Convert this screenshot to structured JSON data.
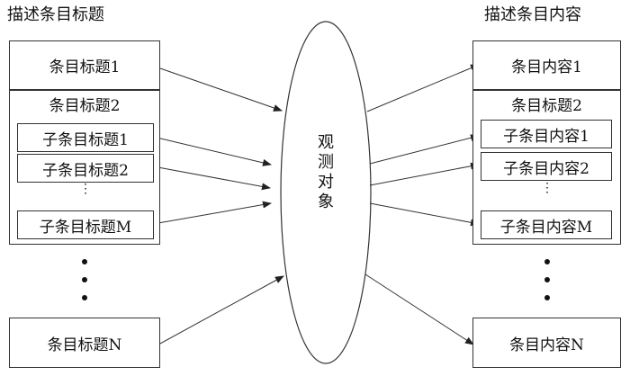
{
  "headings": {
    "left": "描述条目标题",
    "right": "描述条目内容"
  },
  "left": {
    "item1": "条目标题1",
    "item2": "条目标题2",
    "sub1": "子条目标题1",
    "sub2": "子条目标题2",
    "subM": "子条目标题M",
    "itemN": "条目标题N"
  },
  "right": {
    "item1": "条目内容1",
    "item2": "条目标题2",
    "sub1": "子条目内容1",
    "sub2": "子条目内容2",
    "subM": "子条目内容M",
    "itemN": "条目内容N"
  },
  "center": {
    "chars": [
      "观",
      "测",
      "对",
      "象"
    ]
  },
  "ellipsis": "⋮"
}
